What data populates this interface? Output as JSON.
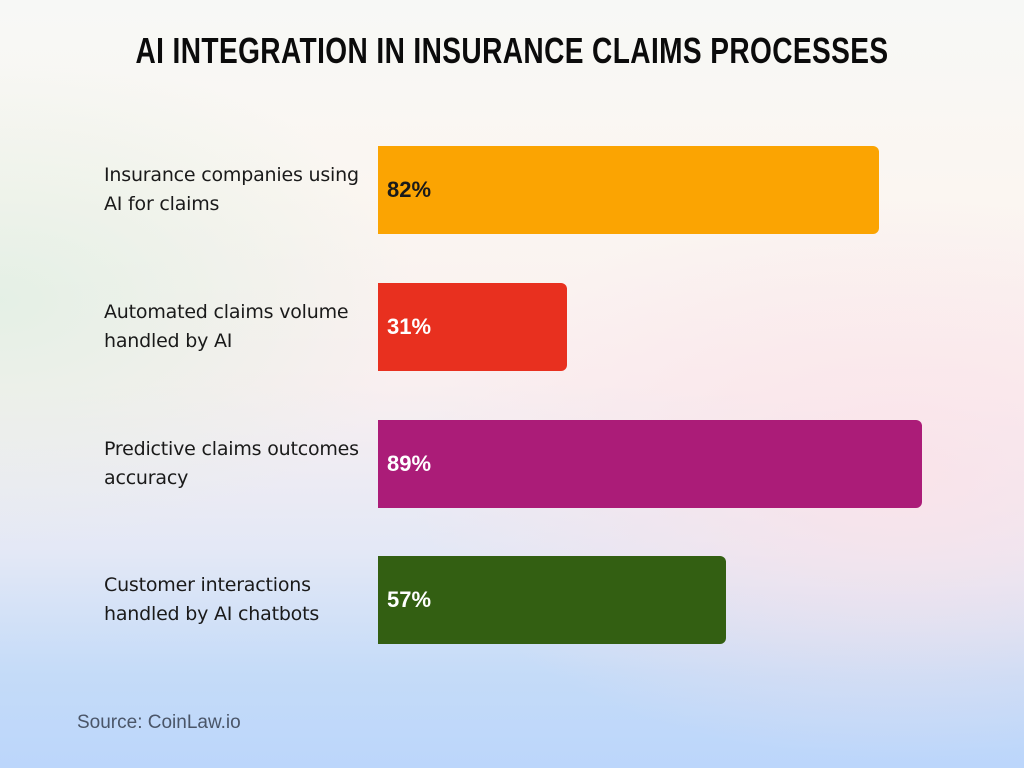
{
  "title": "AI Integration in Insurance Claims Processes",
  "source": "Source: CoinLaw.io",
  "bars": [
    {
      "label": "Insurance companies using AI for claims",
      "value": 82,
      "display": "82%",
      "color": "#fba402",
      "text_color": "#1a1a1a"
    },
    {
      "label": "Automated claims volume handled by AI",
      "value": 31,
      "display": "31%",
      "color": "#e8301f",
      "text_color": "#ffffff"
    },
    {
      "label": "Predictive claims outcomes accuracy",
      "value": 89,
      "display": "89%",
      "color": "#ab1c78",
      "text_color": "#ffffff"
    },
    {
      "label": "Customer interactions handled by AI chatbots",
      "value": 57,
      "display": "57%",
      "color": "#335f12",
      "text_color": "#ffffff"
    }
  ],
  "chart_data": {
    "type": "bar",
    "orientation": "horizontal",
    "title": "AI Integration in Insurance Claims Processes",
    "categories": [
      "Insurance companies using AI for claims",
      "Automated claims volume handled by AI",
      "Predictive claims outcomes accuracy",
      "Customer interactions handled by AI chatbots"
    ],
    "values": [
      82,
      31,
      89,
      57
    ],
    "unit": "%",
    "colors": [
      "#fba402",
      "#e8301f",
      "#ab1c78",
      "#335f12"
    ],
    "xlabel": "",
    "ylabel": "",
    "grid": false,
    "legend": "none",
    "data_labels": true,
    "annotation": "Source: CoinLaw.io"
  }
}
